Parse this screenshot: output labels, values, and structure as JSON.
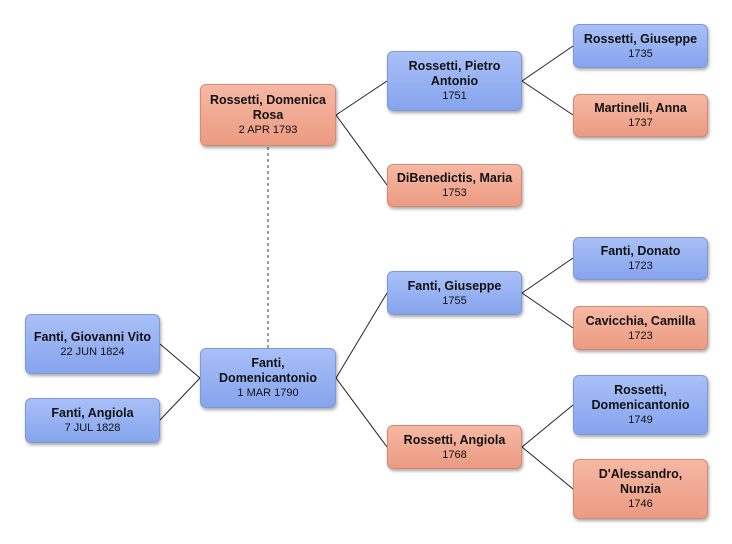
{
  "colors": {
    "male": "#8fabf1",
    "female": "#f0a48c",
    "line": "#222222",
    "dotted": "#666666"
  },
  "persons": {
    "giovanni": {
      "name": "Fanti, Giovanni Vito",
      "date": "22 JUN 1824"
    },
    "angiola_f": {
      "name": "Fanti, Angiola",
      "date": "7 JUL 1828"
    },
    "domenicantonio_f": {
      "name": "Fanti, Domenicantonio",
      "date": "1 MAR 1790"
    },
    "domenica": {
      "name": "Rossetti, Domenica Rosa",
      "date": "2 APR 1793"
    },
    "pietro": {
      "name": "Rossetti, Pietro Antonio",
      "date": "1751"
    },
    "maria": {
      "name": "DiBenedictis, Maria",
      "date": "1753"
    },
    "giuseppe_f": {
      "name": "Fanti, Giuseppe",
      "date": "1755"
    },
    "angiola_r": {
      "name": "Rossetti, Angiola",
      "date": "1768"
    },
    "giuseppe_r": {
      "name": "Rossetti, Giuseppe",
      "date": "1735"
    },
    "anna": {
      "name": "Martinelli, Anna",
      "date": "1737"
    },
    "donato": {
      "name": "Fanti, Donato",
      "date": "1723"
    },
    "camilla": {
      "name": "Cavicchia, Camilla",
      "date": "1723"
    },
    "domenicantonio_r": {
      "name": "Rossetti, Domenicantonio",
      "date": "1749"
    },
    "nunzia": {
      "name": "D'Alessandro, Nunzia",
      "date": "1746"
    }
  }
}
